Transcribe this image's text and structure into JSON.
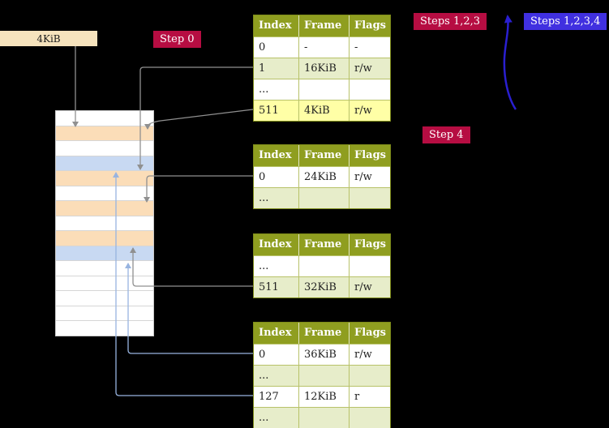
{
  "colors": {
    "background": "#000000",
    "crimson_label_bg": "#b60d42",
    "blue_label_bg": "#4030e0",
    "table_header_bg": "#8f9e20",
    "table_row_green": "#e7edca",
    "table_row_yellow": "#ffffa6",
    "memory_table_row_peach": "#fbddb8",
    "memory_frame_row_blue": "#c8d9f2",
    "cr3_box_bg": "#f6e3bd",
    "arrow_gray": "#909090",
    "arrow_lightblue": "#98b4e0",
    "arrow_blue": "#2a1fd0"
  },
  "cr3_box": {
    "label": "4KiB"
  },
  "labels": {
    "step0": "Step 0",
    "steps123": "Steps 1,2,3",
    "steps1234": "Steps 1,2,3,4",
    "step4": "Step 4"
  },
  "memory": {
    "rows": [
      {
        "kind": "plain"
      },
      {
        "kind": "table"
      },
      {
        "kind": "plain"
      },
      {
        "kind": "frame"
      },
      {
        "kind": "table"
      },
      {
        "kind": "plain"
      },
      {
        "kind": "table"
      },
      {
        "kind": "plain"
      },
      {
        "kind": "table"
      },
      {
        "kind": "frame"
      },
      {
        "kind": "plain"
      },
      {
        "kind": "plain"
      },
      {
        "kind": "plain"
      },
      {
        "kind": "plain"
      },
      {
        "kind": "plain"
      }
    ]
  },
  "tables": [
    {
      "name": "level-4-page-table",
      "header": [
        "Index",
        "Frame",
        "Flags"
      ],
      "rows": [
        {
          "bg": "white",
          "cells": [
            "0",
            "-",
            "-"
          ]
        },
        {
          "bg": "green",
          "cells": [
            "1",
            "16KiB",
            "r/w"
          ]
        },
        {
          "bg": "white",
          "cells": [
            "...",
            "",
            ""
          ]
        },
        {
          "bg": "yellow",
          "cells": [
            "511",
            "4KiB",
            "r/w"
          ]
        }
      ]
    },
    {
      "name": "level-3-page-table",
      "header": [
        "Index",
        "Frame",
        "Flags"
      ],
      "rows": [
        {
          "bg": "white",
          "cells": [
            "0",
            "24KiB",
            "r/w"
          ]
        },
        {
          "bg": "green",
          "cells": [
            "...",
            "",
            ""
          ]
        }
      ]
    },
    {
      "name": "level-2-page-table",
      "header": [
        "Index",
        "Frame",
        "Flags"
      ],
      "rows": [
        {
          "bg": "white",
          "cells": [
            "...",
            "",
            ""
          ]
        },
        {
          "bg": "green",
          "cells": [
            "511",
            "32KiB",
            "r/w"
          ]
        }
      ]
    },
    {
      "name": "level-1-page-table",
      "header": [
        "Index",
        "Frame",
        "Flags"
      ],
      "rows": [
        {
          "bg": "white",
          "cells": [
            "0",
            "36KiB",
            "r/w"
          ]
        },
        {
          "bg": "green",
          "cells": [
            "...",
            "",
            ""
          ]
        },
        {
          "bg": "white",
          "cells": [
            "127",
            "12KiB",
            "r"
          ]
        },
        {
          "bg": "green",
          "cells": [
            "...",
            "",
            ""
          ]
        }
      ]
    }
  ]
}
